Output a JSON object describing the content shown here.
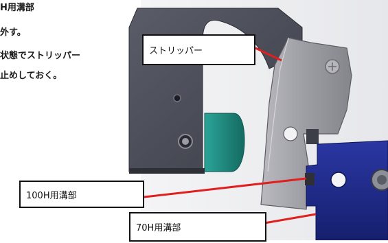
{
  "instruction_lines": [
    "H用溝部",
    "外す。",
    "状態でストリッパー",
    "止めしておく。"
  ],
  "callouts": {
    "stripper": "ストリッパー",
    "groove_100h": "100H用溝部",
    "groove_70h": "70H用溝部"
  },
  "colors": {
    "frame": "#4a4c58",
    "stripper": "#9a9aa0",
    "block": "#1f2a8c",
    "teal": "#1f8a7e",
    "leader": "#e01f1f"
  }
}
